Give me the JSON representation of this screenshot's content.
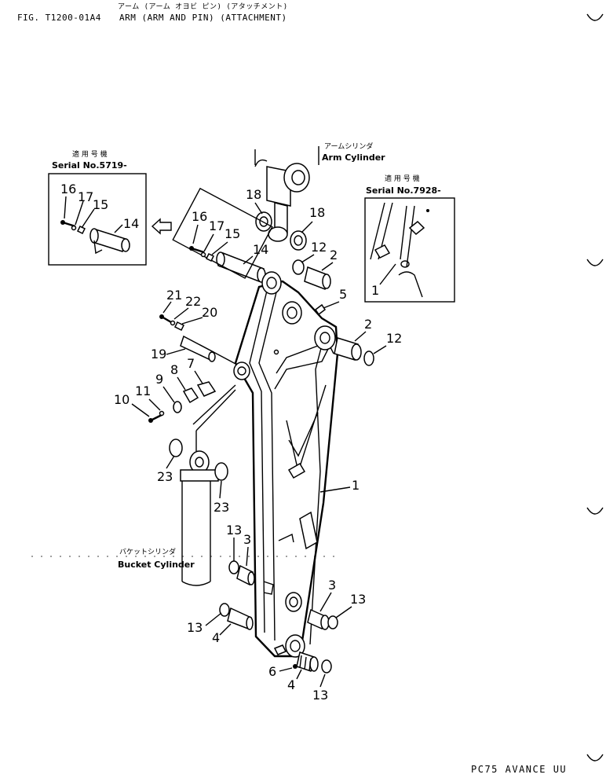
{
  "header": {
    "japanese_title": "アーム (アーム オヨビ ピン) (アタッチメント)",
    "fig_code": "FIG. T1200-01A4",
    "title": "ARM (ARM AND PIN) (ATTACHMENT)"
  },
  "insets": {
    "left": {
      "jp": "適 用 号 機",
      "serial": "Serial No.5719-"
    },
    "right": {
      "jp": "適 用 号 機",
      "serial": "Serial No.7928-"
    }
  },
  "labels": {
    "arm_cylinder_jp": "アームシリンダ",
    "arm_cylinder": "Arm Cylinder",
    "bucket_cylinder_jp": "バケットシリンダ",
    "bucket_cylinder": "Bucket Cylinder"
  },
  "callouts": {
    "c1": "1",
    "c1b": "1",
    "c2a": "2",
    "c2b": "2",
    "c3a": "3",
    "c3b": "3",
    "c4a": "4",
    "c4b": "4",
    "c5": "5",
    "c6": "6",
    "c7": "7",
    "c8": "8",
    "c9": "9",
    "c10": "10",
    "c11": "11",
    "c12a": "12",
    "c12b": "12",
    "c13a": "13",
    "c13b": "13",
    "c13c": "13",
    "c13d": "13",
    "c14a": "14",
    "c14b": "14",
    "c15a": "15",
    "c15b": "15",
    "c16a": "16",
    "c16b": "16",
    "c17a": "17",
    "c17b": "17",
    "c18a": "18",
    "c18b": "18",
    "c19": "19",
    "c20": "20",
    "c21": "21",
    "c22": "22",
    "c23a": "23",
    "c23b": "23"
  },
  "footer": {
    "model": "PC75 AVANCE UU"
  }
}
